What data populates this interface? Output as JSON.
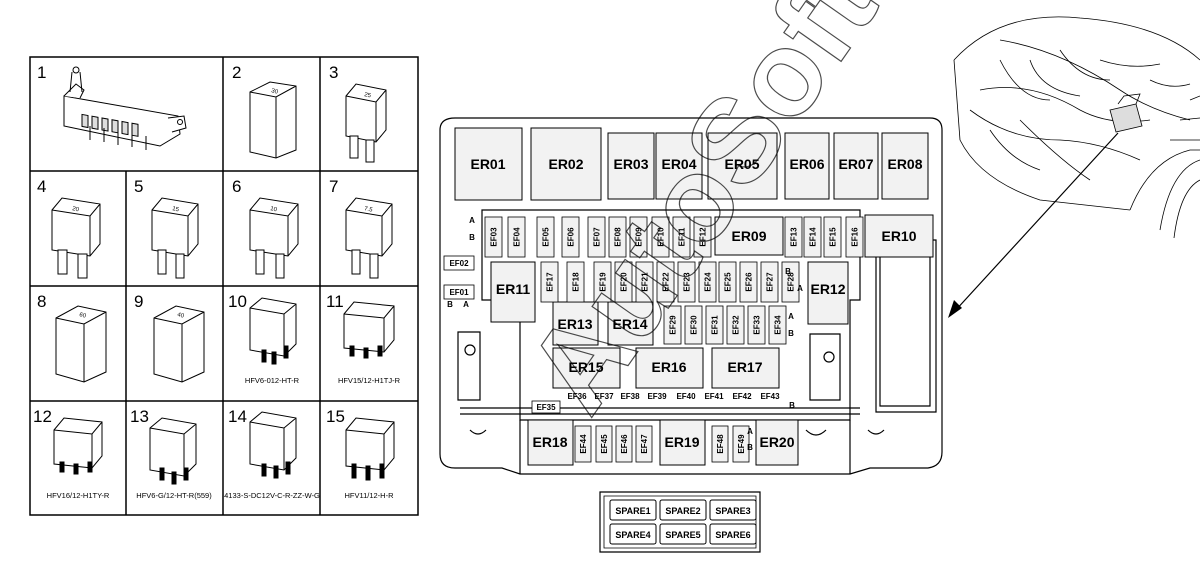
{
  "legend": {
    "cells": [
      {
        "num": "1",
        "caption": ""
      },
      {
        "num": "2",
        "caption": "",
        "rating": "30"
      },
      {
        "num": "3",
        "caption": "",
        "rating": "25"
      },
      {
        "num": "4",
        "caption": "",
        "rating": "20"
      },
      {
        "num": "5",
        "caption": "",
        "rating": "15"
      },
      {
        "num": "6",
        "caption": "",
        "rating": "10"
      },
      {
        "num": "7",
        "caption": "",
        "rating": "7.5"
      },
      {
        "num": "8",
        "caption": "",
        "rating": "60"
      },
      {
        "num": "9",
        "caption": "",
        "rating": "40"
      },
      {
        "num": "10",
        "caption": "HFV6-012-HT-R"
      },
      {
        "num": "11",
        "caption": "HFV15/12-H1TJ-R"
      },
      {
        "num": "12",
        "caption": "HFV16/12-H1TY-R"
      },
      {
        "num": "13",
        "caption": "HFV6-G/12-HT-R(559)"
      },
      {
        "num": "14",
        "caption": "4133-S-DC12V-C-R-ZZ-W-G"
      },
      {
        "num": "15",
        "caption": "HFV11/12-H-R"
      }
    ]
  },
  "fusebox": {
    "relays": [
      "ER01",
      "ER02",
      "ER03",
      "ER04",
      "ER05",
      "ER06",
      "ER07",
      "ER08",
      "ER09",
      "ER10",
      "ER11",
      "ER12",
      "ER13",
      "ER14",
      "ER15",
      "ER16",
      "ER17",
      "ER18",
      "ER19",
      "ER20"
    ],
    "fuses": [
      "EF01",
      "EF02",
      "EF03",
      "EF04",
      "EF05",
      "EF06",
      "EF07",
      "EF08",
      "EF09",
      "EF10",
      "EF11",
      "EF12",
      "EF13",
      "EF14",
      "EF15",
      "EF16",
      "EF17",
      "EF18",
      "EF19",
      "EF20",
      "EF21",
      "EF22",
      "EF23",
      "EF24",
      "EF25",
      "EF26",
      "EF27",
      "EF28",
      "EF29",
      "EF30",
      "EF31",
      "EF32",
      "EF33",
      "EF34",
      "EF35",
      "EF36",
      "EF37",
      "EF38",
      "EF39",
      "EF40",
      "EF41",
      "EF42",
      "EF43",
      "EF44",
      "EF45",
      "EF46",
      "EF47",
      "EF48",
      "EF49"
    ],
    "row_markers": {
      "a": "A",
      "b": "B"
    }
  },
  "spares": [
    "SPARE1",
    "SPARE2",
    "SPARE3",
    "SPARE4",
    "SPARE5",
    "SPARE6"
  ],
  "watermark": "AutoSoft",
  "colors": {
    "line": "#000000",
    "fill": "#ffffff",
    "box": "#f2f2f2"
  }
}
